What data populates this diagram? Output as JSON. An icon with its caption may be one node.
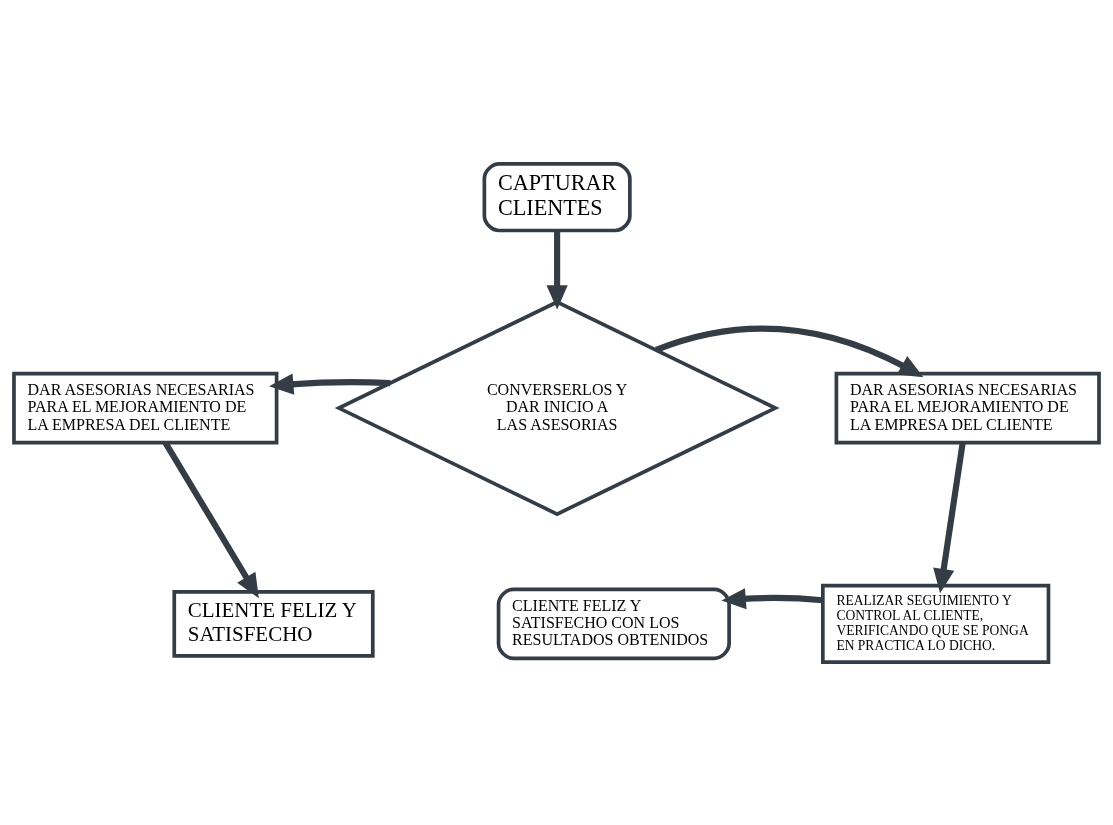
{
  "diagram": {
    "nodes": [
      {
        "text": [
          "CAPTURAR CLIENTES"
        ]
      },
      {
        "text": [
          "CONVERSERLOS Y DAR INICIO A LAS ASESORIAS"
        ]
      },
      {
        "text": [
          "DAR ASESORIAS NECESARIAS PARA EL MEJORAMIENTO DE LA EMPRESA DEL CLIENTE"
        ]
      },
      {
        "text": [
          "DAR ASESORIAS NECESARIAS PARA EL MEJORAMIENTO DE LA EMPRESA DEL CLIENTE"
        ]
      },
      {
        "text": [
          "CLIENTE FELIZ Y SATISFECHO"
        ]
      },
      {
        "text": [
          "CLIENTE FELIZ Y SATISFECHO CON LOS RESULTADOS OBTENIDOS"
        ]
      },
      {
        "text": [
          "REALIZAR SEGUIMIENTO Y CONTROL AL CLIENTE, VERIFICANDO QUE SE PONGA EN PRACTICA LO DICHO."
        ]
      }
    ],
    "edges": [
      {
        "from": 0,
        "to": 1,
        "arrow": "to"
      },
      {
        "from": 1,
        "to": 2,
        "arrow": "to"
      },
      {
        "from": 1,
        "to": 3,
        "arrow": "to"
      },
      {
        "from": 2,
        "to": 4,
        "arrow": "to"
      },
      {
        "from": 3,
        "to": 6,
        "arrow": "to"
      },
      {
        "from": 6,
        "to": 5,
        "arrow": "to"
      }
    ]
  }
}
